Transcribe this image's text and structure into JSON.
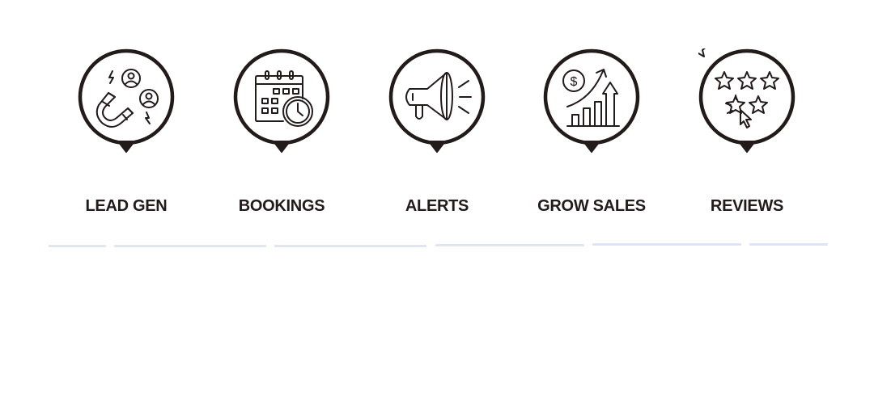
{
  "features": [
    {
      "label": "LEAD GEN",
      "icon": "magnet-people-icon"
    },
    {
      "label": "BOOKINGS",
      "icon": "calendar-clock-icon"
    },
    {
      "label": "ALERTS",
      "icon": "megaphone-icon"
    },
    {
      "label": "GROW SALES",
      "icon": "sales-growth-chart-icon"
    },
    {
      "label": "REVIEWS",
      "icon": "star-rating-icon"
    }
  ],
  "colors": {
    "ink": "#231a1a",
    "divider": "#dfe5f2"
  }
}
